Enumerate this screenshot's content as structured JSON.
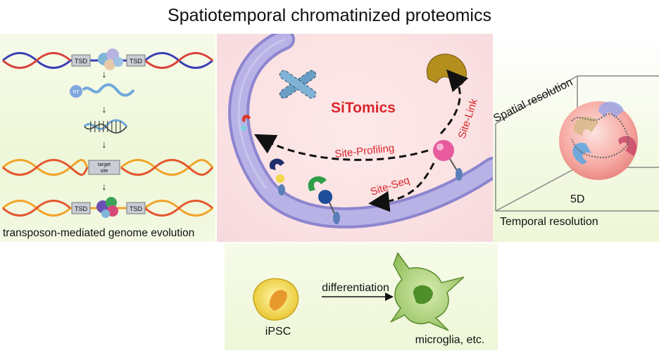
{
  "title": "Spatiotemporal chromatinized proteomics",
  "left": {
    "tsd": "TSD",
    "rt": "RT",
    "target_line1": "target",
    "target_line2": "site",
    "caption": "transposon-mediated genome evolution"
  },
  "center": {
    "name": "SiTomics",
    "site_link": "Site-Link",
    "site_profiling": "Site-Profiling",
    "site_seq": "Site-Seq"
  },
  "right": {
    "spatial": "Spatial resolution",
    "temporal": "Temporal resolution",
    "dim": "5D"
  },
  "bottom": {
    "arrow_label": "differentiation",
    "source": "iPSC",
    "target": "microglia, etc."
  },
  "colors": {
    "accent_red": "#d9262c",
    "center_bg": "#fbe2e3",
    "panel_green": "#eef7d8",
    "chromatin_purple": "#a9a3dc"
  }
}
